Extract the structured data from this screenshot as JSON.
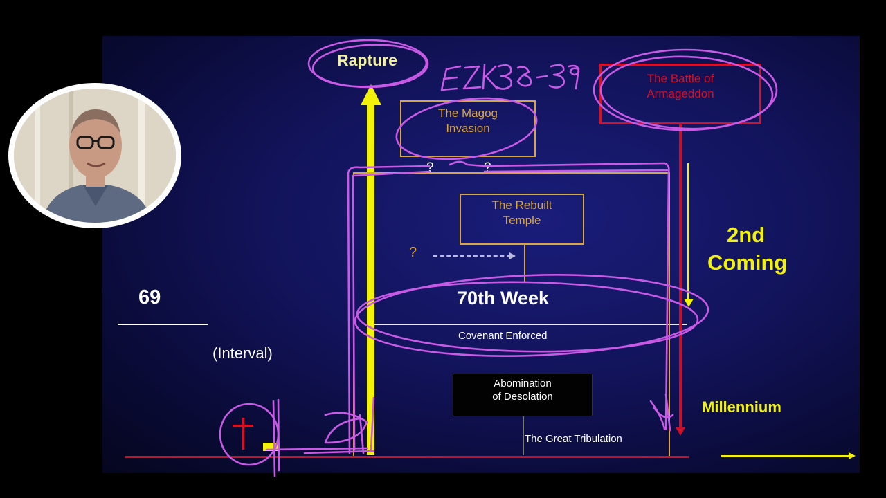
{
  "diagram": {
    "rapture_label": "Rapture",
    "ezk_note": "EZK 38-39",
    "magog_box": [
      "The Magog",
      "Invasion"
    ],
    "armageddon_box": [
      "The Battle of",
      "Armageddon"
    ],
    "rebuilt_temple_box": [
      "The Rebuilt",
      "Temple"
    ],
    "question_marks": [
      "?",
      "?",
      "?"
    ],
    "second_coming_label": [
      "2nd",
      "Coming"
    ],
    "weeks_69_label": "69",
    "interval_label": "(Interval)",
    "seventieth_week_label": "70th Week",
    "covenant_label": "Covenant Enforced",
    "abomination_box": [
      "Abomination",
      "of Desolation"
    ],
    "great_tribulation_label": "The Great Tribulation",
    "millennium_label": "Millennium"
  },
  "colors": {
    "yellow": "#f2f20a",
    "gold_box": "#d9a53e",
    "red": "#d3122a",
    "annotation_magenta": "#c85ae6",
    "slide_blue": "#14166a"
  },
  "webcam": {
    "content": "presenter-video"
  }
}
